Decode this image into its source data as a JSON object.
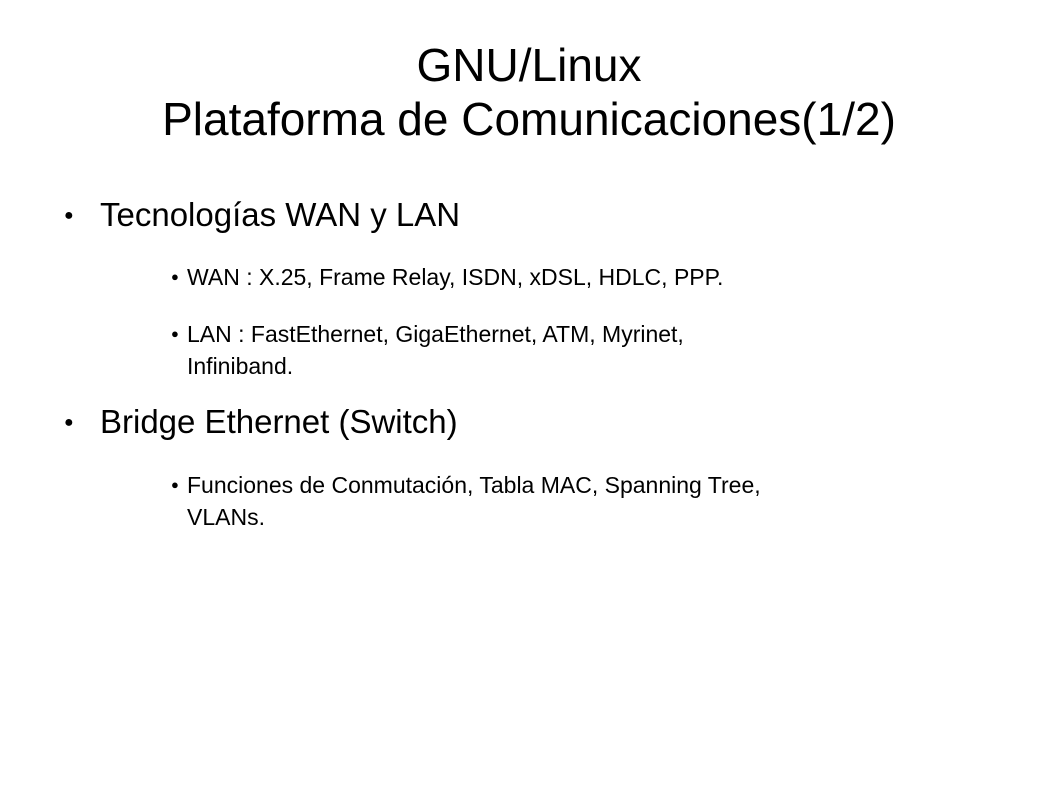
{
  "slide": {
    "title_line1": "GNU/Linux",
    "title_line2": "Plataforma de Comunicaciones(1/2)",
    "bullet_glyph": "●",
    "items": [
      {
        "text": "Tecnologías WAN y LAN",
        "subitems": [
          {
            "line1": "WAN : X.25, Frame Relay, ISDN, xDSL, HDLC, PPP."
          },
          {
            "line1": "LAN : FastEthernet, GigaEthernet, ATM, Myrinet,",
            "line2": "Infiniband."
          }
        ]
      },
      {
        "text": "Bridge Ethernet (Switch)",
        "subitems": [
          {
            "line1": "Funciones de Conmutación, Tabla MAC, Spanning Tree,",
            "line2": "VLANs."
          }
        ]
      }
    ]
  }
}
